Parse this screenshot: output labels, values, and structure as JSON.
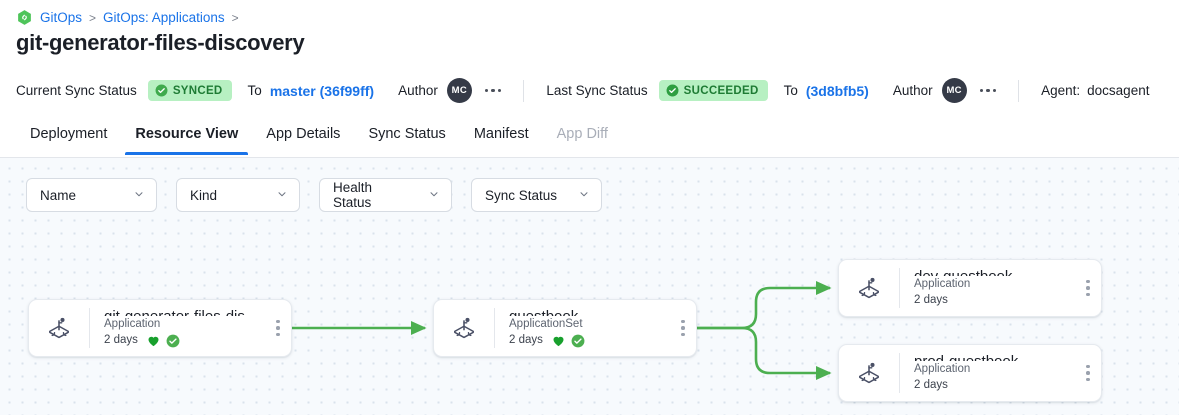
{
  "breadcrumb": {
    "icon": "gitops-hexagon-link-icon",
    "items": [
      {
        "label": "GitOps",
        "link": true
      },
      {
        "label": "GitOps: Applications",
        "link": true
      }
    ],
    "separator": ">"
  },
  "page_title": "git-generator-files-discovery",
  "status_bar": {
    "current": {
      "label": "Current Sync Status",
      "badge": "SYNCED",
      "badge_icon": "check-circle-icon",
      "badge_bg": "#b7f0c2",
      "badge_fg": "#1e7b34",
      "to_word": "To",
      "revision": "master (36f99ff)",
      "author_label": "Author",
      "author_initials": "MC",
      "overflow_icon": "more-horizontal-icon"
    },
    "last": {
      "label": "Last Sync Status",
      "badge": "SUCCEEDED",
      "badge_icon": "check-circle-icon",
      "badge_bg": "#b7f0c2",
      "badge_fg": "#1e7b34",
      "to_word": "To",
      "revision": "(3d8bfb5)",
      "author_label": "Author",
      "author_initials": "MC",
      "overflow_icon": "more-horizontal-icon"
    },
    "agent_label": "Agent:",
    "agent_value": "docsagent"
  },
  "tabs": [
    {
      "label": "Deployment",
      "active": false,
      "disabled": false
    },
    {
      "label": "Resource View",
      "active": true,
      "disabled": false
    },
    {
      "label": "App Details",
      "active": false,
      "disabled": false
    },
    {
      "label": "Sync Status",
      "active": false,
      "disabled": false
    },
    {
      "label": "Manifest",
      "active": false,
      "disabled": false
    },
    {
      "label": "App Diff",
      "active": false,
      "disabled": true
    }
  ],
  "filters": [
    {
      "label": "Name",
      "icon": "chevron-down-icon"
    },
    {
      "label": "Kind",
      "icon": "chevron-down-icon"
    },
    {
      "label": "Health Status",
      "icon": "chevron-down-icon"
    },
    {
      "label": "Sync Status",
      "icon": "chevron-down-icon"
    }
  ],
  "graph": {
    "edge_color": "#4caf50",
    "nodes": [
      {
        "id": "root",
        "name": "git-generator-files-disco...",
        "kind": "Application",
        "age": "2 days",
        "icon": "argo-application-icon",
        "health_icon": "green-heart-icon",
        "sync_icon": "green-check-circle-icon",
        "show_badges": true,
        "menu_icon": "more-vertical-icon"
      },
      {
        "id": "appset",
        "name": "guestbook",
        "kind": "ApplicationSet",
        "age": "2 days",
        "icon": "argo-applicationset-icon",
        "health_icon": "green-heart-icon",
        "sync_icon": "green-check-circle-icon",
        "show_badges": true,
        "menu_icon": "more-vertical-icon"
      },
      {
        "id": "dev",
        "name": "dev-guestbook",
        "kind": "Application",
        "age": "2 days",
        "icon": "argo-application-icon",
        "show_badges": false,
        "menu_icon": "more-vertical-icon"
      },
      {
        "id": "prod",
        "name": "prod-guestbook",
        "kind": "Application",
        "age": "2 days",
        "icon": "argo-application-icon",
        "show_badges": false,
        "menu_icon": "more-vertical-icon"
      }
    ]
  }
}
